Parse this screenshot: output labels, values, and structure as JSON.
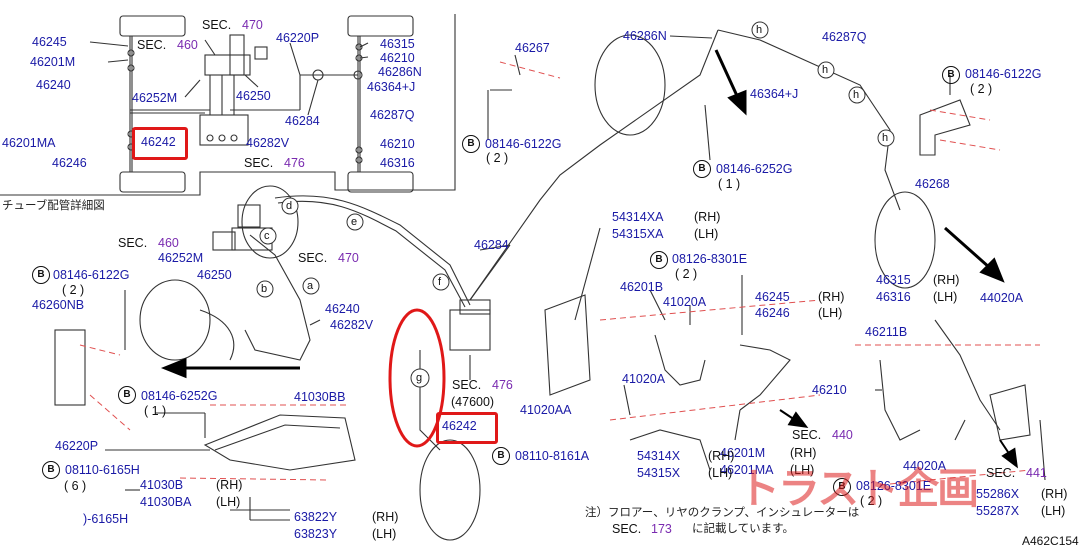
{
  "diagram_code": "A462C154",
  "caption_tube": "チューブ配管詳細図",
  "note_line1": "注）フロアー、リヤのクランプ、インシュレーターは",
  "note_sec": "SEC.",
  "note_sec_num": "173",
  "note_line2": "に記載しています。",
  "watermark": "トラスト企画",
  "sec_word": "SEC.",
  "qty1": "( 1 )",
  "qty2": "( 2 )",
  "qty6": "( 6 )",
  "bolt_b": "B",
  "rh": "(RH)",
  "lh": "(LH)",
  "inset": {
    "p46245": "46245",
    "p46201M": "46201M",
    "p46240": "46240",
    "p46252M": "46252M",
    "p46250": "46250",
    "p46201MA": "46201MA",
    "p46242": "46242",
    "p46246": "46246",
    "p46282V": "46282V",
    "p46220P": "46220P",
    "p46284": "46284",
    "p46315": "46315",
    "p46210": "46210",
    "p46286N": "46286N",
    "p46364J": "46364+J",
    "p46287Q": "46287Q",
    "p46210b": "46210",
    "p46316": "46316",
    "sec470": "470",
    "sec460": "460",
    "sec476": "476"
  },
  "main": {
    "p46267": "46267",
    "b08146_6122G": "08146-6122G",
    "p46286N": "46286N",
    "p46287Q": "46287Q",
    "p46364J": "46364+J",
    "b08146_6252G": "08146-6252G",
    "p46268": "46268",
    "p46315": "46315",
    "p46316": "46316",
    "p44020A": "44020A",
    "p46211B": "46211B",
    "p46210": "46210",
    "p44020A_b": "44020A",
    "sec441": "441",
    "p55286X": "55286X",
    "p55287X": "55287X",
    "b08126_8301E": "08126-8301E",
    "p54314X": "54314X",
    "p54315X": "54315X",
    "p46201M": "46201M",
    "p46201MA": "46201MA",
    "sec440": "440",
    "p46245": "46245",
    "p46246": "46246",
    "p41020A": "41020A",
    "p46201B": "46201B",
    "p41020AA": "41020AA",
    "p54314XA": "54314XA",
    "p54315XA": "54315XA",
    "p46284": "46284",
    "p47600": "(47600)",
    "sec476": "476",
    "p46242": "46242",
    "b08110_8161A": "08110-8161A",
    "sec460": "460",
    "p46252M": "46252M",
    "sec470": "470",
    "p46250": "46250",
    "p46260NB": "46260NB",
    "p46240": "46240",
    "p46282V": "46282V",
    "p46220P": "46220P",
    "p41030BB": "41030BB",
    "p41030B": "41030B",
    "p41030BA": "41030BA",
    "b08110_6165H": "08110-6165H",
    "p_6165H": ")-6165H",
    "p63822Y": "63822Y",
    "p63823Y": "63823Y",
    "conn_a": "a",
    "conn_b": "b",
    "conn_c": "c",
    "conn_d": "d",
    "conn_e": "e",
    "conn_f": "f",
    "conn_g": "g",
    "conn_h": "h"
  }
}
